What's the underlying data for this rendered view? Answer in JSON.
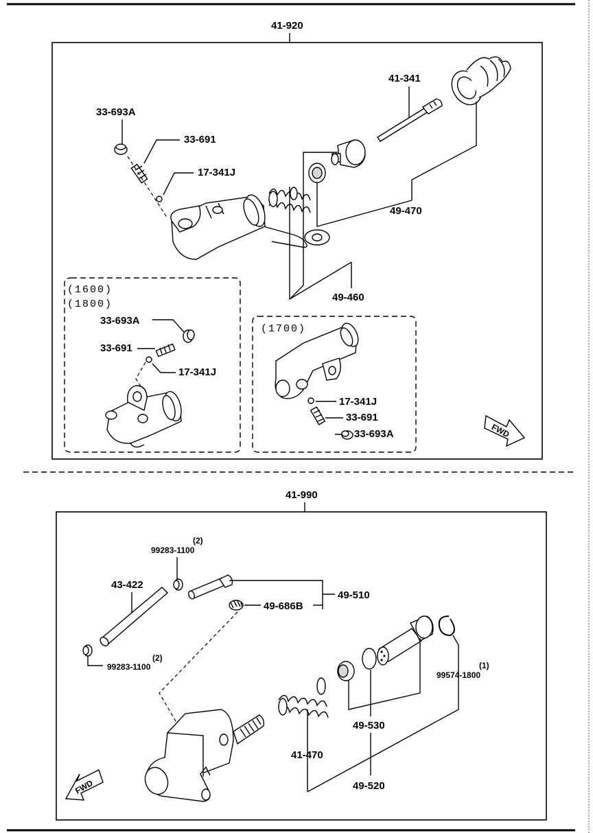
{
  "top_section": {
    "assembly": "41-920",
    "parts": {
      "p33_693A": "33-693A",
      "p33_691": "33-691",
      "p17_341J": "17-341J",
      "p41_341": "41-341",
      "p49_470": "49-470",
      "p49_460": "49-460"
    },
    "variant_a": {
      "tag1": "(1600)",
      "tag2": "(1800)",
      "p33_693A": "33-693A",
      "p33_691": "33-691",
      "p17_341J": "17-341J"
    },
    "variant_b": {
      "tag": "(1700)",
      "p17_341J": "17-341J",
      "p33_691": "33-691",
      "p33_693A": "33-693A"
    },
    "fwd": "FWD"
  },
  "bottom_section": {
    "assembly": "41-990",
    "parts": {
      "p99283_top": "99283-1100",
      "qty_top": "(2)",
      "p43_422": "43-422",
      "p49_510": "49-510",
      "p49_686B": "49-686B",
      "p99283_bot": "99283-1100",
      "qty_bot": "(2)",
      "p99574": "99574-1800",
      "qty_99574": "(1)",
      "p49_530": "49-530",
      "p41_470": "41-470",
      "p49_520": "49-520"
    },
    "fwd": "FWD"
  }
}
